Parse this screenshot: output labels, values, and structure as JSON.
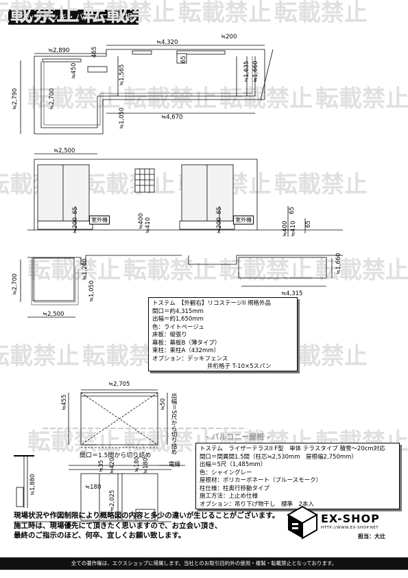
{
  "header": {
    "title": "ウッドデッキ・バルコニー屋根"
  },
  "watermark": {
    "text": "転載禁止"
  },
  "plan_top": {
    "dims": [
      "≒2,890",
      "465",
      "≒4,320",
      "≒200",
      "≒450",
      "≒1,565",
      "65",
      "≒1,635",
      "≒1,660",
      "≒2,790",
      "≒2,700",
      "≒1,050",
      "≒4,670",
      "≒2,500"
    ]
  },
  "elevation": {
    "labels": [
      "室外機",
      "室外機"
    ],
    "dims": [
      "65",
      "≒200",
      "≒400",
      "≒410",
      "65",
      "≒200",
      "65",
      "≒400",
      "≒410",
      "65"
    ]
  },
  "plan_mid": {
    "dims": [
      "≒2,700",
      "≒1,200",
      "≒1,050",
      "≒2,500",
      "≒1,660",
      "≒4,315"
    ]
  },
  "spec_deck": {
    "lines": [
      "トステム　【外観右】リコステージII 規格外品",
      "間口＝約4,315mm",
      "出幅＝約1,650mm",
      "色：ライトベージュ",
      "床板：縦張り",
      "幕板：幕板B（薄タイプ）",
      "束柱：束柱A（432mm）",
      "オプション：デッキフェンス",
      "井桁格子 T-10×5スパン"
    ]
  },
  "plan_roof": {
    "dims": [
      "≒2,705",
      "≒455",
      "≒50"
    ],
    "note_bottom": "間口＝1.5間から切り詰め",
    "note_right": "出幅＝5尺から切り詰め"
  },
  "balcony": {
    "title": "- バルコニー屋根 -"
  },
  "spec_roof": {
    "lines": [
      "トステム　ライザーテラスII F型　単体 テラスタイプ 積雪〜20cm対応",
      "間口＝間異間1.5間（柱芯≒2,530mm　屋根幅2,750mm）",
      "出幅＝5尺（1,485mm）",
      "色：シャイングレー",
      "屋根材：ポリカーボネート（ブルースモーク）",
      "柱仕様：柱奥行移動タイプ",
      "施工方法：上止め仕様",
      "オプション：吊り下げ物干し　標準　2本入"
    ]
  },
  "side_view": {
    "dims": [
      "≒1,880",
      "≒180",
      "≒180",
      "≒35",
      "≒420",
      "≒180",
      "≒2,025"
    ],
    "label": "電線"
  },
  "disclaimer": {
    "lines": [
      "現場状況や作図制限により概略図の内容と多少の違いが生じることがございます。",
      "施工時は、現場優先にて頂きたく思いますので、お立会い頂き、",
      "最終のご指示のほど、何卒、宜しくお願い致します。"
    ]
  },
  "logo": {
    "name": "EX-SHOP",
    "url": "HTTP://WWW.EX-SHOP.NET",
    "tanto": "担当：大辻"
  },
  "footer": {
    "text": "全ての著作権は、エクスショップに帰属します。当社とのお取引目的外の使用・複製・転載禁止となっております。"
  }
}
